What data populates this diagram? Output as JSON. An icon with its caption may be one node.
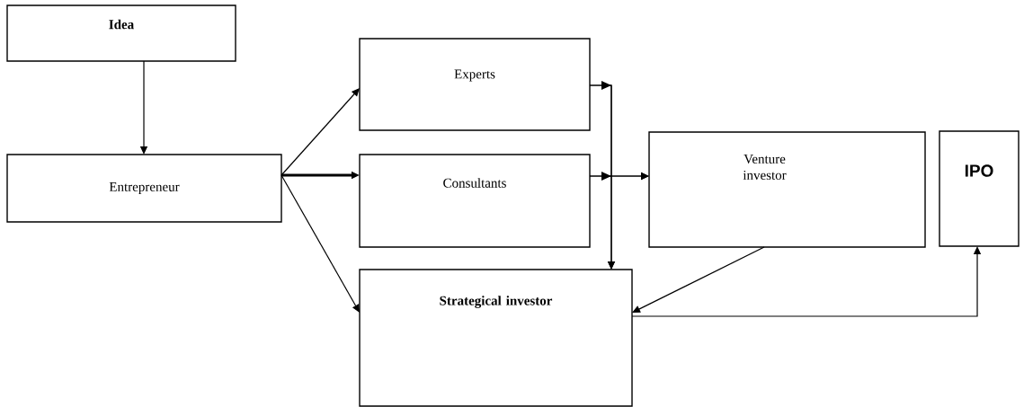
{
  "diagram": {
    "nodes": [
      {
        "text": [
          "Idea"
        ]
      },
      {
        "text": [
          "Entrepreneur"
        ]
      },
      {
        "text": [
          "Experts"
        ]
      },
      {
        "text": [
          "Consultants"
        ]
      },
      {
        "text": [
          "Venture investor"
        ]
      },
      {
        "text": [
          "IPO"
        ]
      },
      {
        "text": [
          "Strategical investor"
        ]
      }
    ],
    "edges": [
      {
        "from": 0,
        "to": 1,
        "arrow": "to"
      },
      {
        "from": 1,
        "to": 2,
        "arrow": "to"
      },
      {
        "from": 1,
        "to": 3,
        "arrow": "to",
        "style": "thick"
      },
      {
        "from": 1,
        "to": 6,
        "arrow": "to"
      },
      {
        "from": 2,
        "to": 6,
        "arrow": "to"
      },
      {
        "from": 2,
        "to": 4,
        "arrow": "to"
      },
      {
        "from": 3,
        "to": 4,
        "arrow": "to"
      },
      {
        "from": 3,
        "to": 6,
        "arrow": "to"
      },
      {
        "from": 4,
        "to": 6,
        "arrow": "to"
      },
      {
        "from": 6,
        "to": 5,
        "arrow": "to"
      }
    ]
  }
}
